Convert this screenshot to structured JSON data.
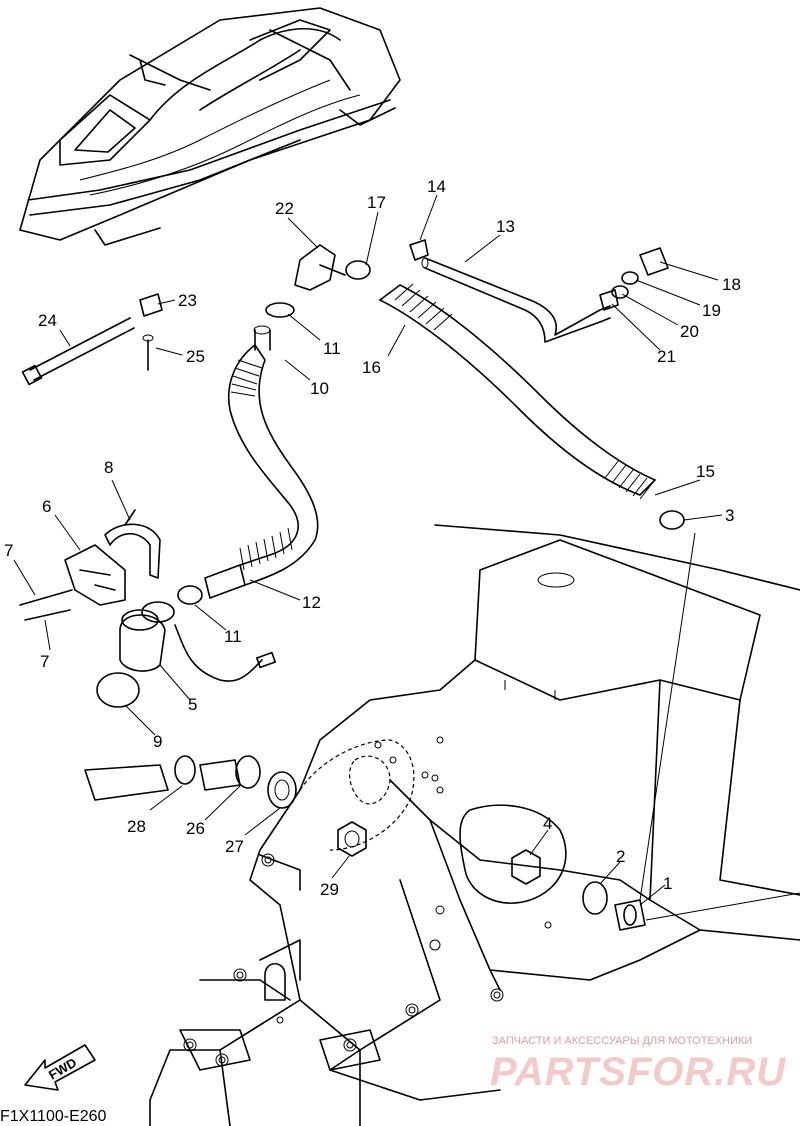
{
  "diagram": {
    "part_labels": {
      "p1": "1",
      "p2": "2",
      "p3": "3",
      "p4": "4",
      "p5": "5",
      "p6": "6",
      "p7a": "7",
      "p7b": "7",
      "p8": "8",
      "p9": "9",
      "p10": "10",
      "p11a": "11",
      "p11b": "11",
      "p12": "12",
      "p13": "13",
      "p14": "14",
      "p15": "15",
      "p16": "16",
      "p17": "17",
      "p18": "18",
      "p19": "19",
      "p20": "20",
      "p21": "21",
      "p22": "22",
      "p23": "23",
      "p24": "24",
      "p25": "25",
      "p26": "26",
      "p27": "27",
      "p28": "28",
      "p29": "29"
    },
    "diagram_code": "F1X1100-E260",
    "fwd_label": "FWD"
  },
  "watermark": {
    "tagline": "ЗАПЧАСТИ И АКСЕССУАРЫ ДЛЯ МОТОТЕХНИКИ",
    "brand": "PARTSFOR.RU",
    "color": "#e88c8c"
  }
}
